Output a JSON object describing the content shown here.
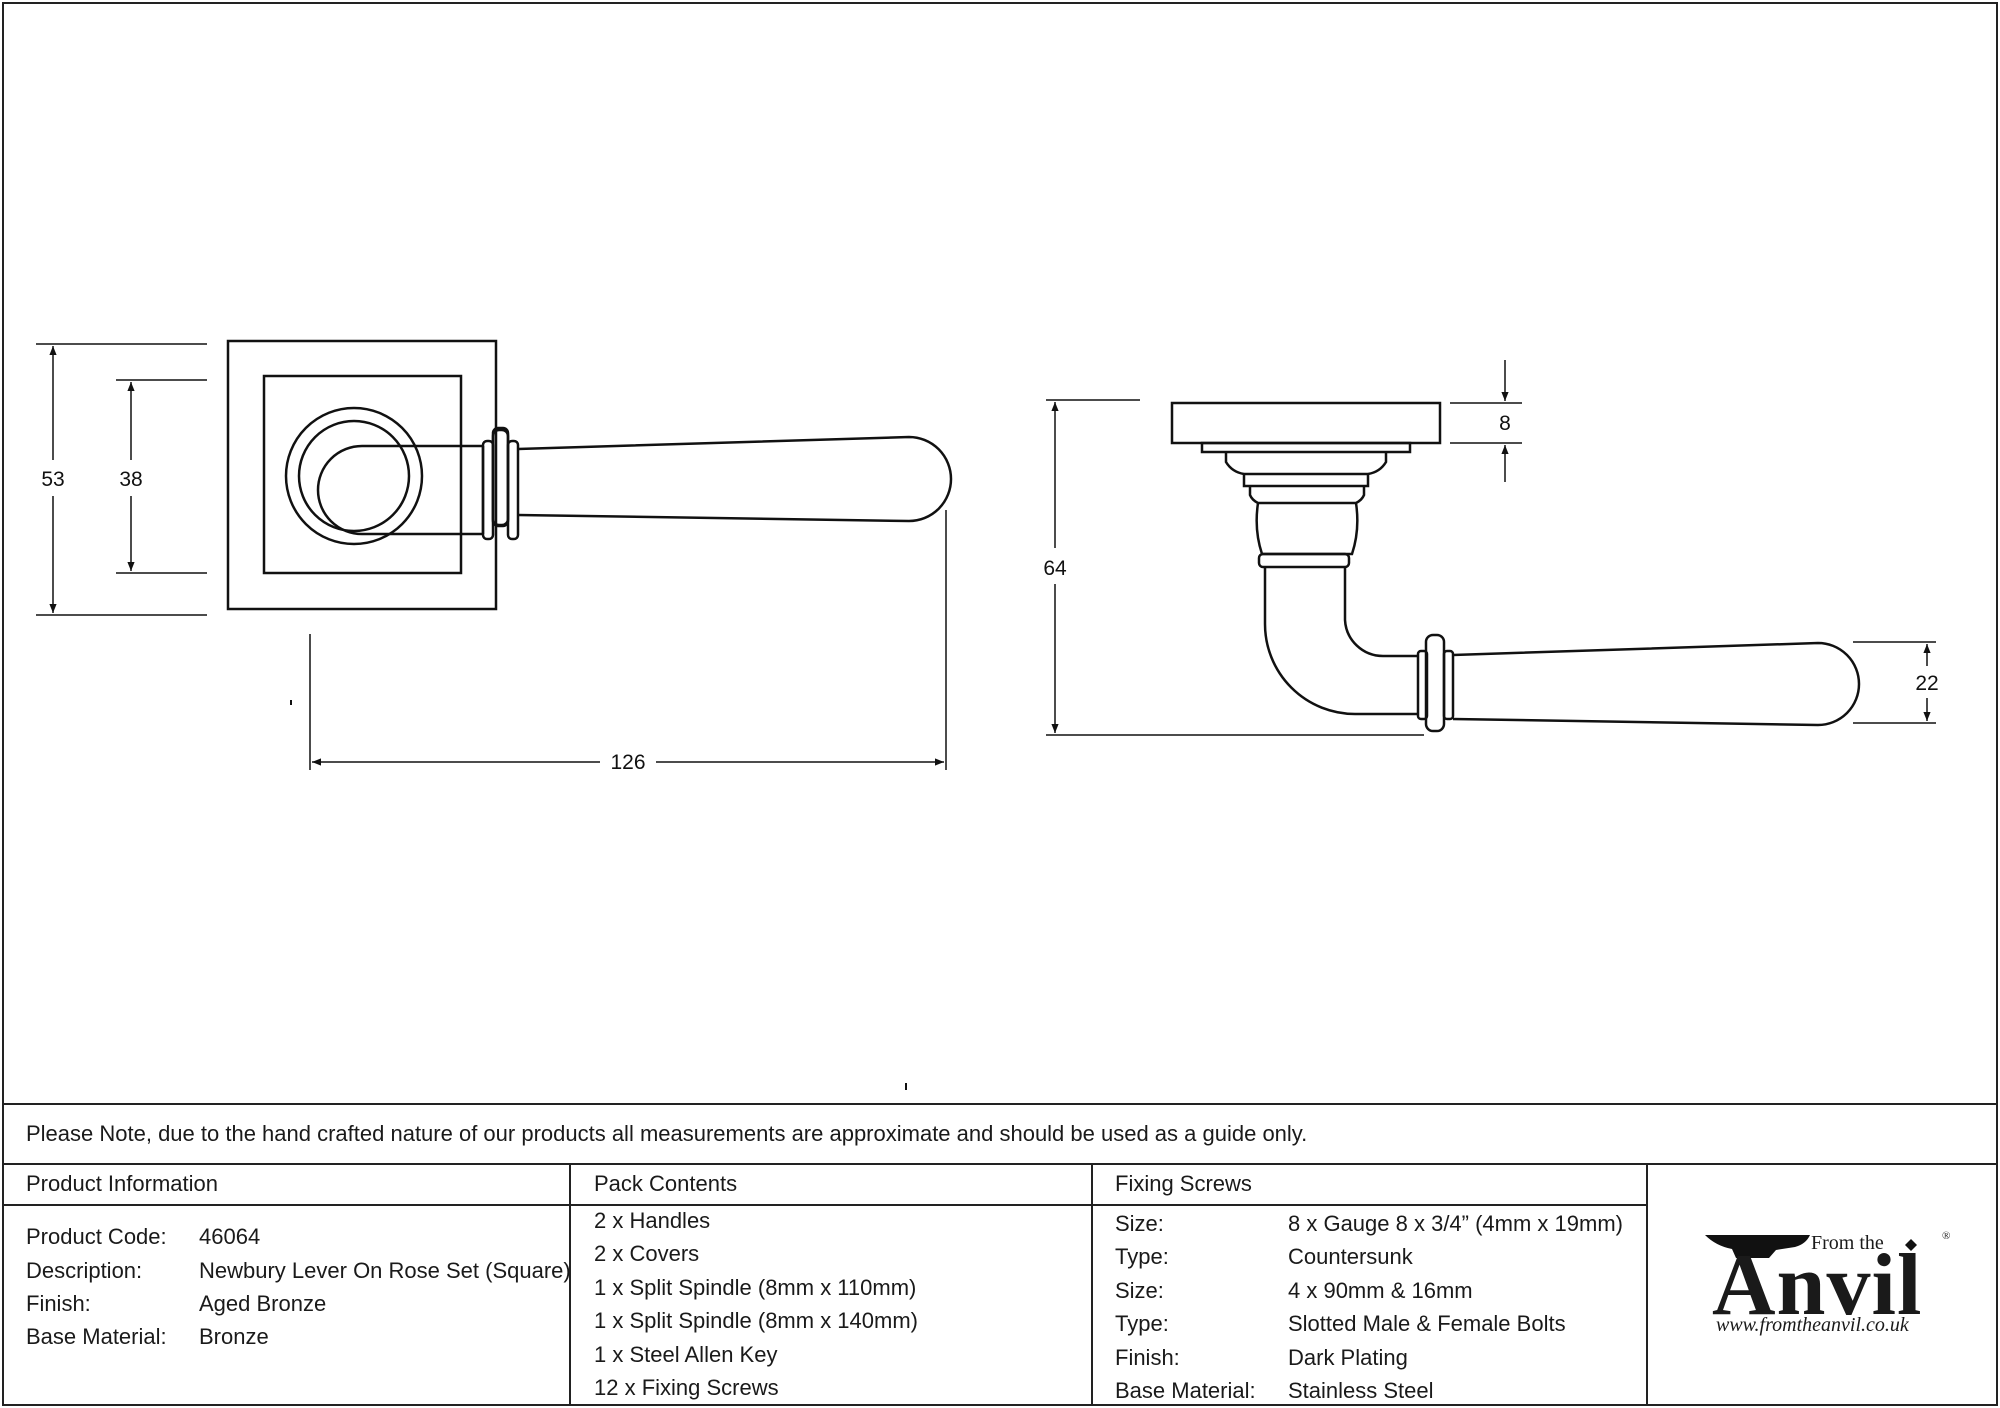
{
  "drawing": {
    "front_view": {
      "dim_overall_height": "53",
      "dim_inner_height": "38",
      "dim_length": "126"
    },
    "side_view": {
      "dim_rose_thickness": "8",
      "dim_projection": "64",
      "dim_grip": "22"
    }
  },
  "footer": {
    "note": "Please Note, due to the hand crafted nature of our products all measurements are approximate and should be used as a guide only.",
    "product_information": {
      "title": "Product Information",
      "rows": [
        {
          "label": "Product Code:",
          "value": "46064"
        },
        {
          "label": "Description:",
          "value": "Newbury Lever On Rose Set (Square)"
        },
        {
          "label": "Finish:",
          "value": "Aged Bronze"
        },
        {
          "label": "Base Material:",
          "value": "Bronze"
        }
      ]
    },
    "pack_contents": {
      "title": "Pack Contents",
      "items": [
        "2 x Handles",
        "2 x Covers",
        "1 x Split Spindle (8mm x 110mm)",
        "1 x Split Spindle (8mm x 140mm)",
        "1 x Steel Allen Key",
        "12 x Fixing Screws"
      ]
    },
    "fixing_screws": {
      "title": "Fixing Screws",
      "rows": [
        {
          "label": "Size:",
          "value": "8 x Gauge 8 x 3/4” (4mm x 19mm)"
        },
        {
          "label": "Type:",
          "value": "Countersunk"
        },
        {
          "label": "Size:",
          "value": "4 x 90mm & 16mm"
        },
        {
          "label": "Type:",
          "value": "Slotted Male & Female Bolts"
        },
        {
          "label": "Finish:",
          "value": "Dark Plating"
        },
        {
          "label": "Base Material:",
          "value": "Stainless Steel"
        }
      ]
    },
    "logo": {
      "from_the": "From the",
      "anvil": "Anvil",
      "registered": "®",
      "url": "www.fromtheanvil.co.uk"
    }
  }
}
